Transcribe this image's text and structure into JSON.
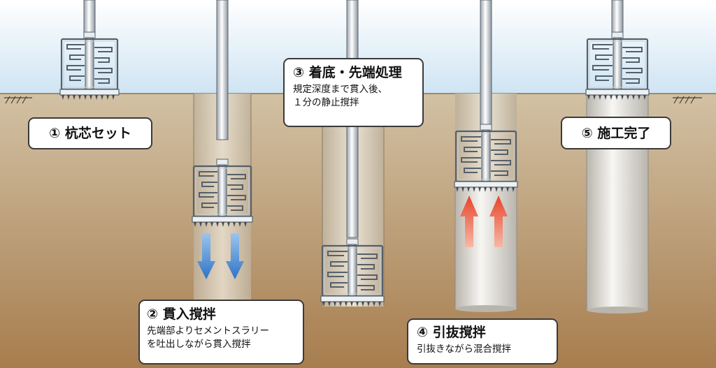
{
  "steps": [
    {
      "number": "①",
      "title": "杭芯セット",
      "description": []
    },
    {
      "number": "②",
      "title": "貫入撹拌",
      "description": [
        "先端部よりセメントスラリー",
        "を吐出しながら貫入撹拌"
      ]
    },
    {
      "number": "③",
      "title": "着底・先端処理",
      "description": [
        "規定深度まで貫入後、",
        "１分の静止撹拌"
      ]
    },
    {
      "number": "④",
      "title": "引抜撹拌",
      "description": [
        "引抜きながら混合撹拌"
      ]
    },
    {
      "number": "⑤",
      "title": "施工完了",
      "description": []
    }
  ],
  "colors": {
    "sky_top": "#ffffff",
    "sky_bottom": "#cfe4f3",
    "soil_top": "#d2c1a4",
    "soil_bottom": "#a77d4e",
    "column": "#d8d5cf",
    "column_bright": "#f7f6f3",
    "arrow_down": "#2e74c6",
    "arrow_up": "#e8432a",
    "outline": "#3a3a3a"
  },
  "icons": [
    "ground-hatch-icon",
    "down-arrow-icon",
    "up-arrow-icon",
    "mixing-head-icon"
  ]
}
